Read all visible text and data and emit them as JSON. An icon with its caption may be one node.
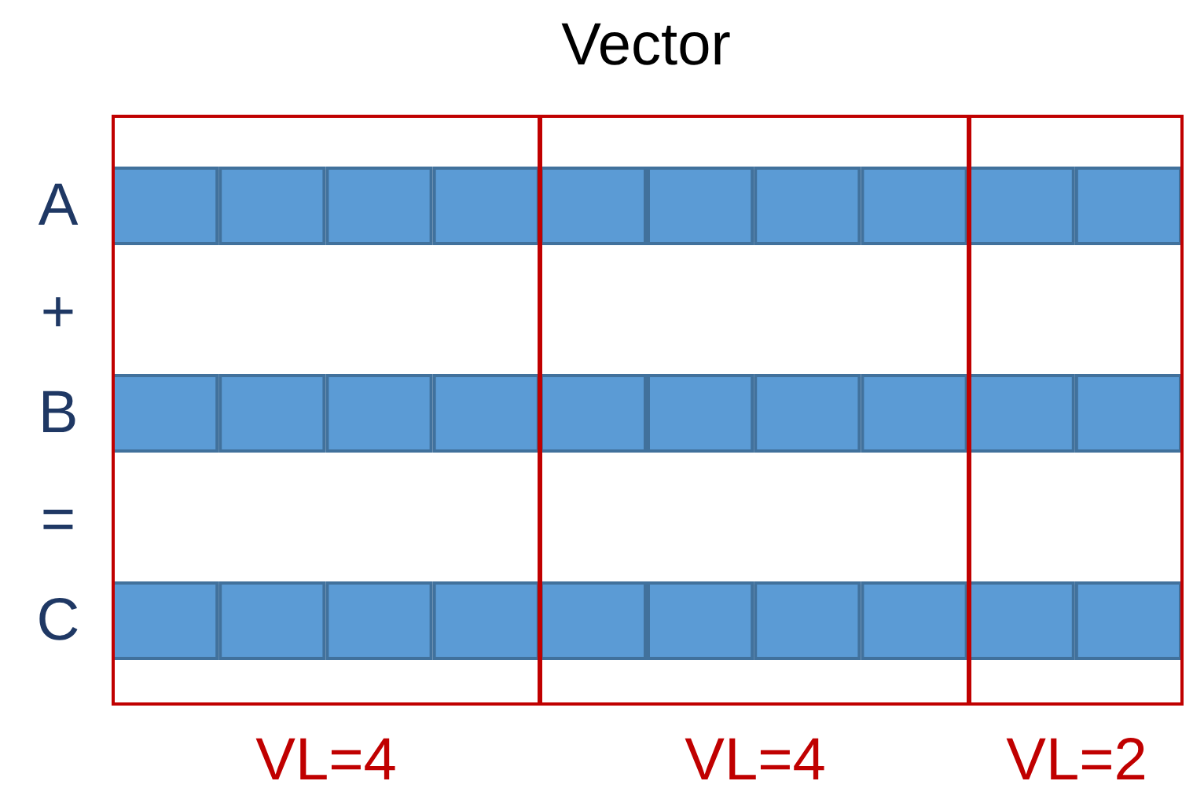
{
  "diagram": {
    "title": "Vector",
    "nodes": [
      {
        "text": [],
        "shape": "box",
        "beside": [
          "VL=4"
        ]
      },
      {
        "text": [],
        "shape": "box",
        "beside": [
          "VL=4"
        ]
      },
      {
        "text": [],
        "shape": "box",
        "beside": [
          "VL=2"
        ]
      }
    ],
    "edges": [],
    "labels": [
      "A",
      "+",
      "B",
      "=",
      "C"
    ]
  }
}
